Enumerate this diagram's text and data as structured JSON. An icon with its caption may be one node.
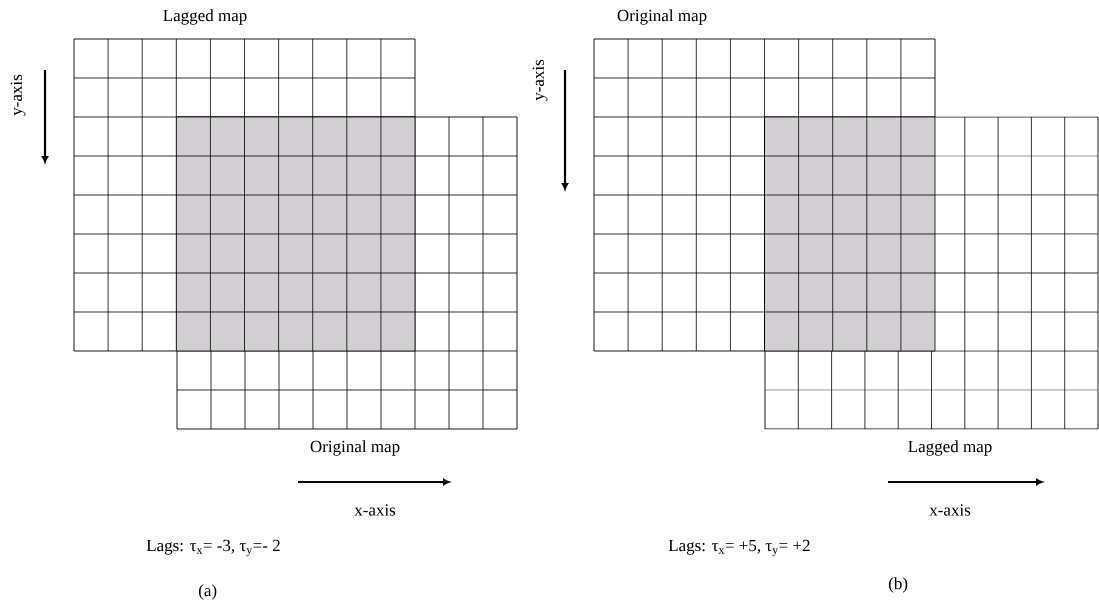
{
  "diagram": {
    "nodes": [
      {
        "text": [
          "Lagged map"
        ]
      },
      {
        "text": [
          "Original map"
        ]
      },
      {
        "text": [
          "Original map"
        ]
      },
      {
        "text": [
          "Lagged map"
        ]
      }
    ],
    "labels": [
      "y-axis",
      "x-axis",
      "Lags: τ$_{x}$= -3, τ$_{y}$=- 2",
      "(a)",
      "y-axis",
      "x-axis",
      "Lags: τ$_{x}$= +5, τ$_{y}$= +2",
      "(b)"
    ]
  }
}
